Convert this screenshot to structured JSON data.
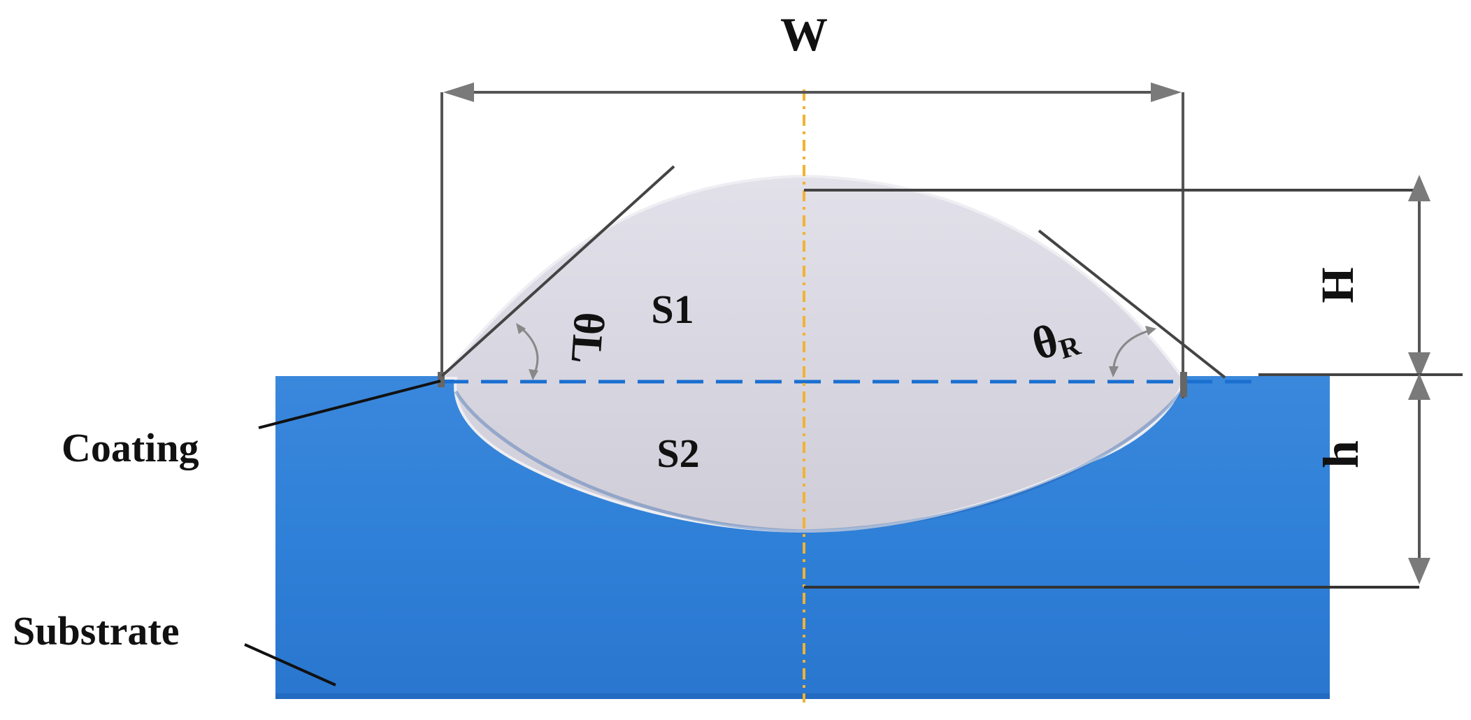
{
  "labels": {
    "width": "W",
    "height_top": "H",
    "depth": "h",
    "area_top": "S1",
    "area_bottom": "S2",
    "theta_left": "θL",
    "theta_right_symbol": "θ",
    "theta_right_sub": "R",
    "coating": "Coating",
    "substrate": "Substrate"
  },
  "colors": {
    "substrate": "#2f7fd6",
    "substrate_light": "#4a96e6",
    "coating": "#d4d2dc",
    "coating_edge": "#eeeef3",
    "dimension_line": "#555555",
    "arrow_fill": "#7a7a7a",
    "center_line": "#f2b233",
    "surface_line": "#1a6fd0",
    "text": "#111111"
  }
}
